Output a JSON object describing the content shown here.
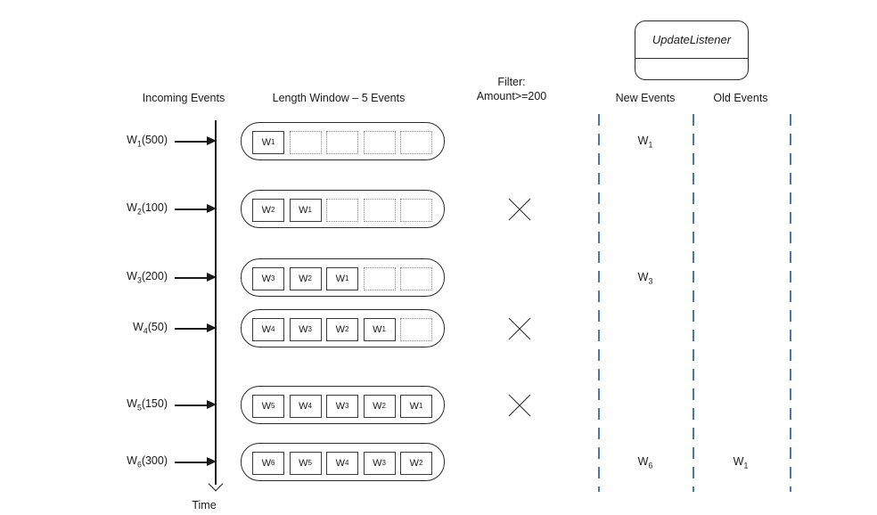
{
  "listener": {
    "label": "UpdateListener"
  },
  "headers": {
    "incoming": "Incoming Events",
    "window": "Length Window – 5 Events",
    "filter_line1": "Filter:",
    "filter_line2": "Amount>=200",
    "new_events": "New Events",
    "old_events": "Old Events"
  },
  "time_label": "Time",
  "colors": {
    "dashed_line": "#4679B2",
    "stroke": "#1a1a1a"
  },
  "window_size_slots": 5,
  "rows": [
    {
      "incoming": {
        "name": "W",
        "sub": "1",
        "amount": "(500)"
      },
      "window_slots": [
        {
          "filled": true,
          "name": "W",
          "sub": "1"
        },
        {
          "filled": false
        },
        {
          "filled": false
        },
        {
          "filled": false
        },
        {
          "filled": false
        }
      ],
      "filtered_out": false,
      "new_event": {
        "name": "W",
        "sub": "1"
      },
      "old_event": null
    },
    {
      "incoming": {
        "name": "W",
        "sub": "2",
        "amount": "(100)"
      },
      "window_slots": [
        {
          "filled": true,
          "name": "W",
          "sub": "2"
        },
        {
          "filled": true,
          "name": "W",
          "sub": "1"
        },
        {
          "filled": false
        },
        {
          "filled": false
        },
        {
          "filled": false
        }
      ],
      "filtered_out": true,
      "new_event": null,
      "old_event": null
    },
    {
      "incoming": {
        "name": "W",
        "sub": "3",
        "amount": "(200)"
      },
      "window_slots": [
        {
          "filled": true,
          "name": "W",
          "sub": "3"
        },
        {
          "filled": true,
          "name": "W",
          "sub": "2"
        },
        {
          "filled": true,
          "name": "W",
          "sub": "1"
        },
        {
          "filled": false
        },
        {
          "filled": false
        }
      ],
      "filtered_out": false,
      "new_event": {
        "name": "W",
        "sub": "3"
      },
      "old_event": null
    },
    {
      "incoming": {
        "name": "W",
        "sub": "4",
        "amount": "(50)"
      },
      "window_slots": [
        {
          "filled": true,
          "name": "W",
          "sub": "4"
        },
        {
          "filled": true,
          "name": "W",
          "sub": "3"
        },
        {
          "filled": true,
          "name": "W",
          "sub": "2"
        },
        {
          "filled": true,
          "name": "W",
          "sub": "1"
        },
        {
          "filled": false
        }
      ],
      "filtered_out": true,
      "new_event": null,
      "old_event": null
    },
    {
      "incoming": {
        "name": "W",
        "sub": "5",
        "amount": "(150)"
      },
      "window_slots": [
        {
          "filled": true,
          "name": "W",
          "sub": "5"
        },
        {
          "filled": true,
          "name": "W",
          "sub": "4"
        },
        {
          "filled": true,
          "name": "W",
          "sub": "3"
        },
        {
          "filled": true,
          "name": "W",
          "sub": "2"
        },
        {
          "filled": true,
          "name": "W",
          "sub": "1"
        }
      ],
      "filtered_out": true,
      "new_event": null,
      "old_event": null
    },
    {
      "incoming": {
        "name": "W",
        "sub": "6",
        "amount": "(300)"
      },
      "window_slots": [
        {
          "filled": true,
          "name": "W",
          "sub": "6"
        },
        {
          "filled": true,
          "name": "W",
          "sub": "5"
        },
        {
          "filled": true,
          "name": "W",
          "sub": "4"
        },
        {
          "filled": true,
          "name": "W",
          "sub": "3"
        },
        {
          "filled": true,
          "name": "W",
          "sub": "2"
        }
      ],
      "filtered_out": false,
      "new_event": {
        "name": "W",
        "sub": "6"
      },
      "old_event": {
        "name": "W",
        "sub": "1"
      }
    }
  ]
}
